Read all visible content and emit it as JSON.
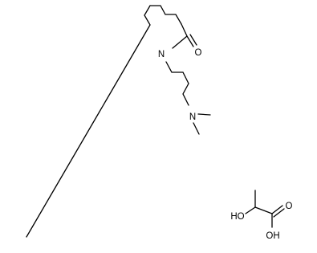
{
  "structures": [
    {
      "role": "amide",
      "atoms": {
        "amide_n": "N",
        "carbonyl_o": "O",
        "dimethylamino_n": "N"
      }
    },
    {
      "role": "acid",
      "atoms": {
        "hydroxyl": "HO",
        "carbonyl_o": "O",
        "acid_oh": "OH"
      }
    }
  ],
  "colors": {
    "bond": "#000000",
    "label": "#000000",
    "background": "#ffffff"
  }
}
